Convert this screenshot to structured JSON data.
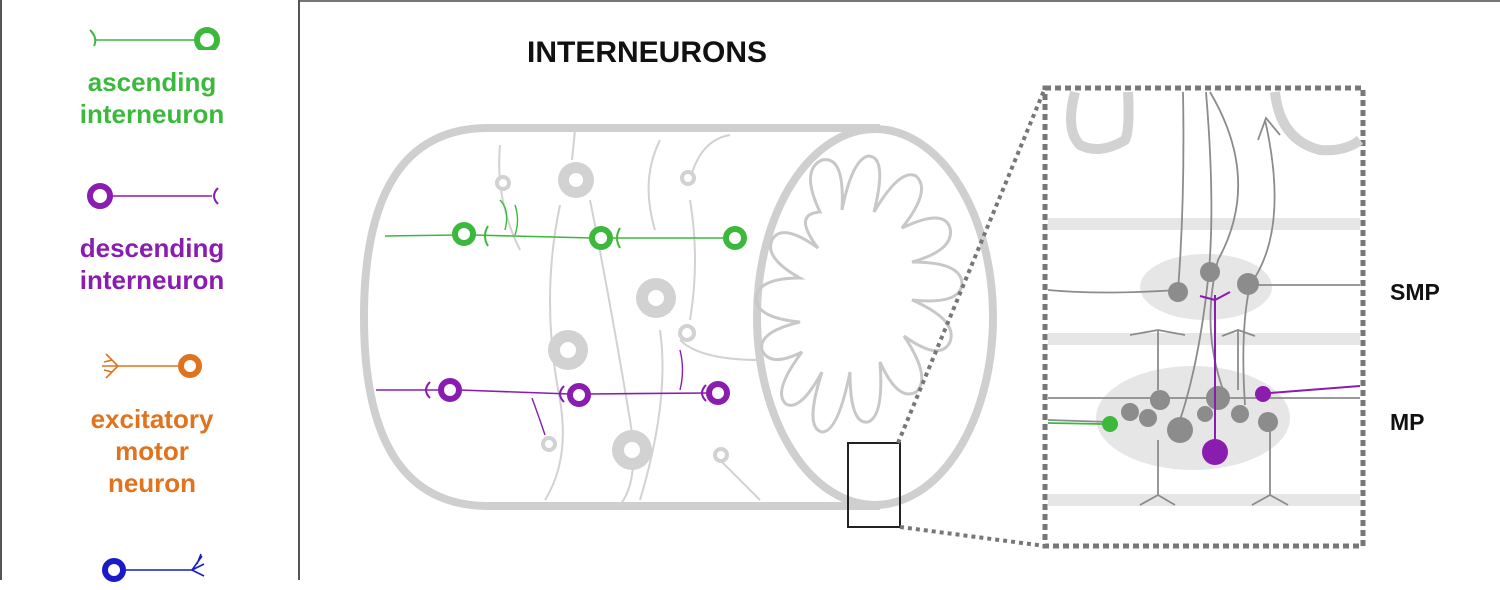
{
  "title": "INTERNEURONS",
  "legend": [
    {
      "label": "ascending\ninterneuron",
      "color": "#3cb93c"
    },
    {
      "label": "descending\ninterneuron",
      "color": "#8a1db0"
    },
    {
      "label": "excitatory\nmotor\nneuron",
      "color": "#e0731e"
    },
    {
      "label": "",
      "color": "#1a1ac8"
    }
  ],
  "layers": {
    "smp": "SMP",
    "mp": "MP"
  },
  "colors": {
    "gray": "#c8c8c8",
    "dark_gray": "#8c8c8c",
    "zoom_border": "#777777"
  }
}
